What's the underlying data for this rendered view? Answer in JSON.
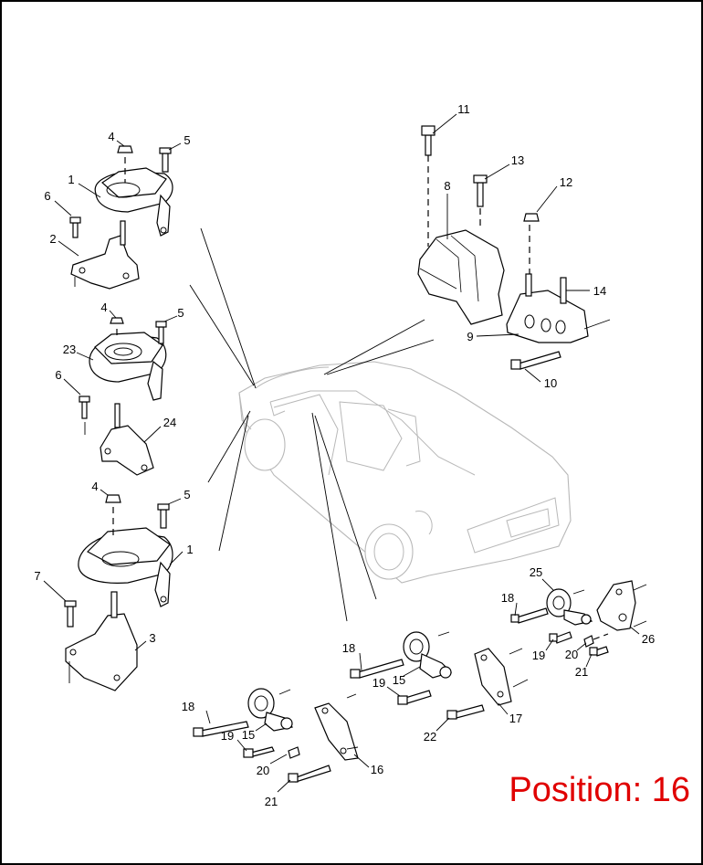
{
  "diagram": {
    "callouts": [
      "1",
      "2",
      "3",
      "4",
      "5",
      "6",
      "7",
      "8",
      "9",
      "10",
      "11",
      "12",
      "13",
      "14",
      "15",
      "16",
      "17",
      "18",
      "19",
      "20",
      "21",
      "22",
      "23",
      "24",
      "25",
      "26"
    ],
    "position_label": "Position: 16",
    "colors": {
      "line": "#000000",
      "position_text": "#e00000",
      "vehicle_outline": "#b8b8b8",
      "background": "#ffffff"
    }
  }
}
